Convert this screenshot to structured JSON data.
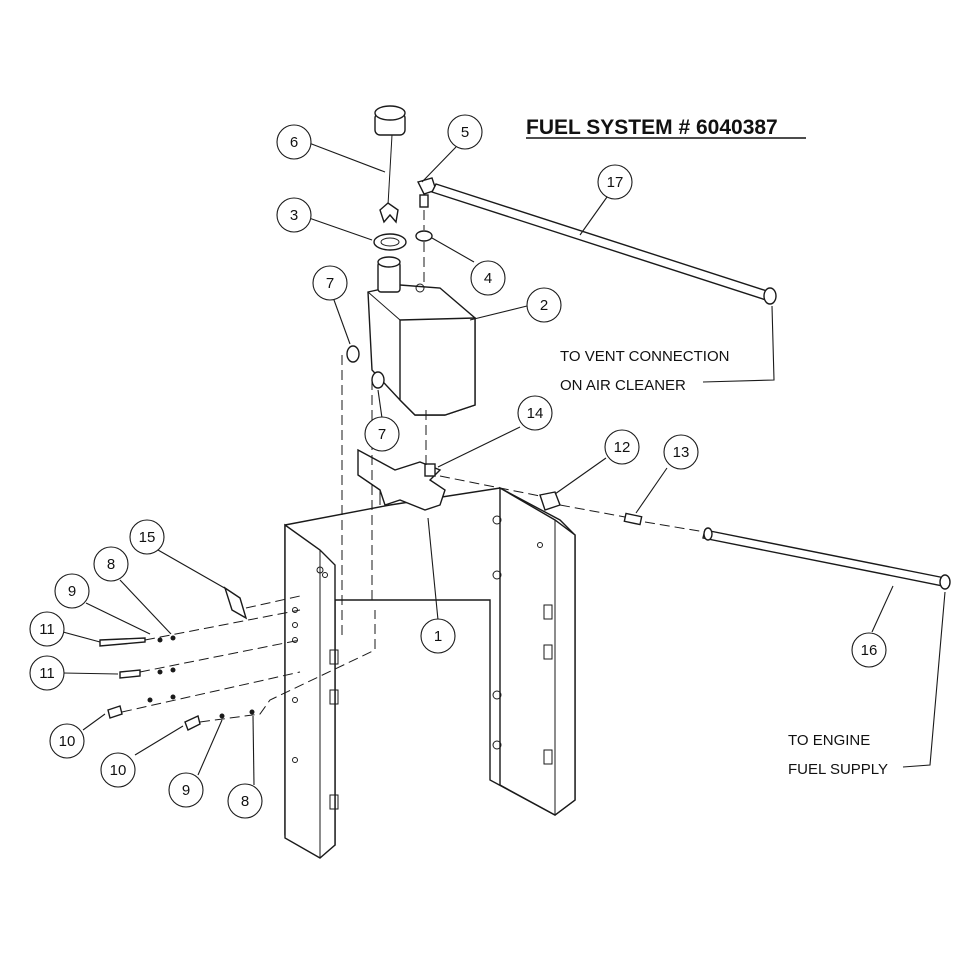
{
  "title": "FUEL SYSTEM # 6040387",
  "notes": {
    "vent_line1": "TO VENT CONNECTION",
    "vent_line2": "ON AIR CLEANER",
    "engine_line1": "TO ENGINE",
    "engine_line2": "FUEL SUPPLY"
  },
  "callouts": [
    {
      "id": "c1",
      "number": "1"
    },
    {
      "id": "c2",
      "number": "2"
    },
    {
      "id": "c3",
      "number": "3"
    },
    {
      "id": "c4",
      "number": "4"
    },
    {
      "id": "c5",
      "number": "5"
    },
    {
      "id": "c6",
      "number": "6"
    },
    {
      "id": "c7a",
      "number": "7"
    },
    {
      "id": "c7b",
      "number": "7"
    },
    {
      "id": "c8a",
      "number": "8"
    },
    {
      "id": "c8b",
      "number": "8"
    },
    {
      "id": "c9a",
      "number": "9"
    },
    {
      "id": "c9b",
      "number": "9"
    },
    {
      "id": "c10a",
      "number": "10"
    },
    {
      "id": "c10b",
      "number": "10"
    },
    {
      "id": "c11a",
      "number": "11"
    },
    {
      "id": "c11b",
      "number": "11"
    },
    {
      "id": "c12",
      "number": "12"
    },
    {
      "id": "c13",
      "number": "13"
    },
    {
      "id": "c14",
      "number": "14"
    },
    {
      "id": "c15",
      "number": "15"
    },
    {
      "id": "c16",
      "number": "16"
    },
    {
      "id": "c17",
      "number": "17"
    }
  ]
}
